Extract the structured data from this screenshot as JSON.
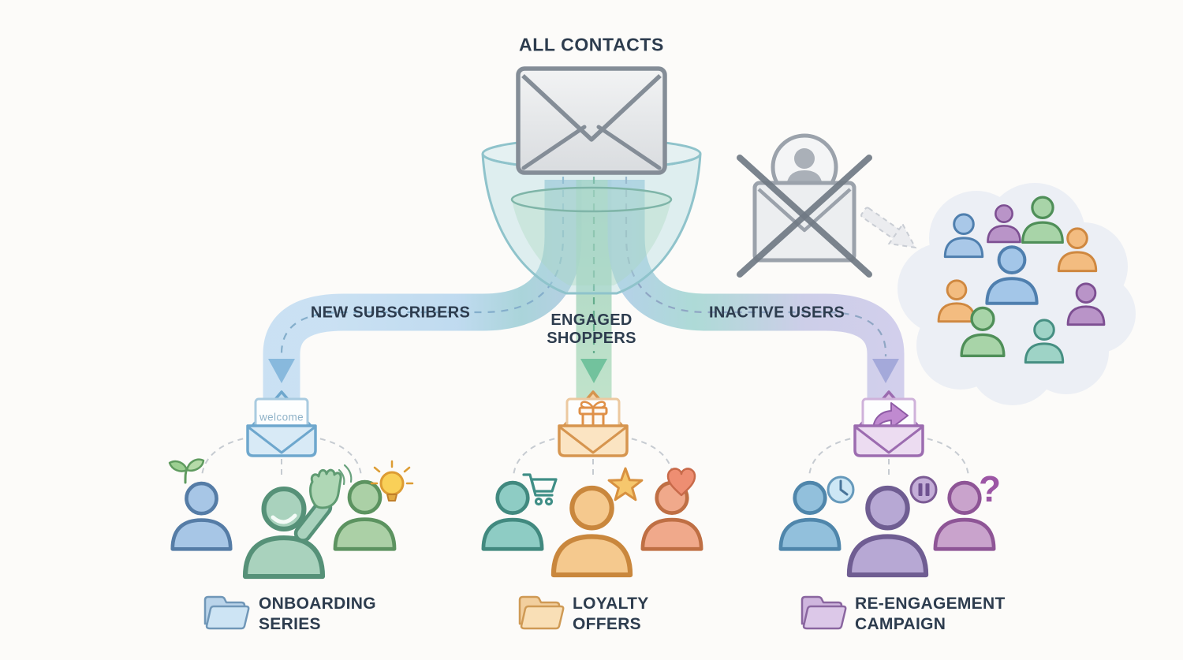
{
  "title": "ALL CONTACTS",
  "colors": {
    "background": "#fcfbf9",
    "text": "#2d3c4e",
    "stream_blue": "#b7d6ee",
    "stream_green": "#aedcc2",
    "stream_lavender": "#ccc9ea",
    "funnel_teal": "#8fc3cb"
  },
  "streams": [
    {
      "id": "new-subscribers",
      "label": "NEW SUBSCRIBERS"
    },
    {
      "id": "engaged-shoppers",
      "label_line1": "ENGAGED",
      "label_line2": "SHOPPERS"
    },
    {
      "id": "inactive-users",
      "label": "INACTIVE USERS"
    }
  ],
  "segments": [
    {
      "name": "new-subscribers",
      "envelope": {
        "icon": "welcome-envelope-icon",
        "letter_text": "welcome",
        "color": "#d8eaf6"
      },
      "people": [
        {
          "icon": "person-icon",
          "color": "#a7c6e6",
          "badge": "seedling-icon"
        },
        {
          "icon": "waving-person-icon",
          "color": "#a9d2bd",
          "badge": "waving-hand-icon"
        },
        {
          "icon": "person-icon",
          "color": "#abd0a6",
          "badge": "lightbulb-icon"
        }
      ],
      "folder": {
        "icon": "folder-icon",
        "color": "#cde4f4",
        "label_line1": "ONBOARDING",
        "label_line2": "SERIES"
      }
    },
    {
      "name": "engaged-shoppers",
      "envelope": {
        "icon": "gift-envelope-icon",
        "color": "#fbe4c2"
      },
      "people": [
        {
          "icon": "person-icon",
          "color": "#8eccc4",
          "badge": "shopping-cart-icon"
        },
        {
          "icon": "person-icon",
          "color": "#f5c98e",
          "badge": "star-icon"
        },
        {
          "icon": "person-icon",
          "color": "#f0a98b",
          "badge": "heart-icon"
        }
      ],
      "folder": {
        "icon": "folder-icon",
        "color": "#f9dfb6",
        "label_line1": "LOYALTY",
        "label_line2": "OFFERS"
      }
    },
    {
      "name": "inactive-users",
      "envelope": {
        "icon": "forward-envelope-icon",
        "color": "#ecdcf1"
      },
      "people": [
        {
          "icon": "person-icon",
          "color": "#92c0dc",
          "badge": "clock-icon"
        },
        {
          "icon": "person-icon",
          "color": "#b7a8d4",
          "badge": "pause-icon"
        },
        {
          "icon": "person-icon",
          "color": "#c9a3cc",
          "badge": "question-mark-icon",
          "badge_glyph": "?"
        }
      ],
      "folder": {
        "icon": "folder-icon",
        "color": "#dcc8e8",
        "label_line1": "RE-ENGAGEMENT",
        "label_line2": "CAMPAIGN"
      }
    }
  ],
  "suppression": {
    "icon": "unsubscribed-envelope-icon",
    "arrow_icon": "dashed-arrow-icon"
  },
  "audience_cloud": {
    "icon": "audience-cloud-icon",
    "person_count": 9,
    "person_colors": [
      "#a9c8e8",
      "#b994c8",
      "#a8d4a8",
      "#f3bc80",
      "#a3c6e8",
      "#f3bc80",
      "#a8d4a8",
      "#9ed3c6",
      "#b994c8"
    ]
  }
}
